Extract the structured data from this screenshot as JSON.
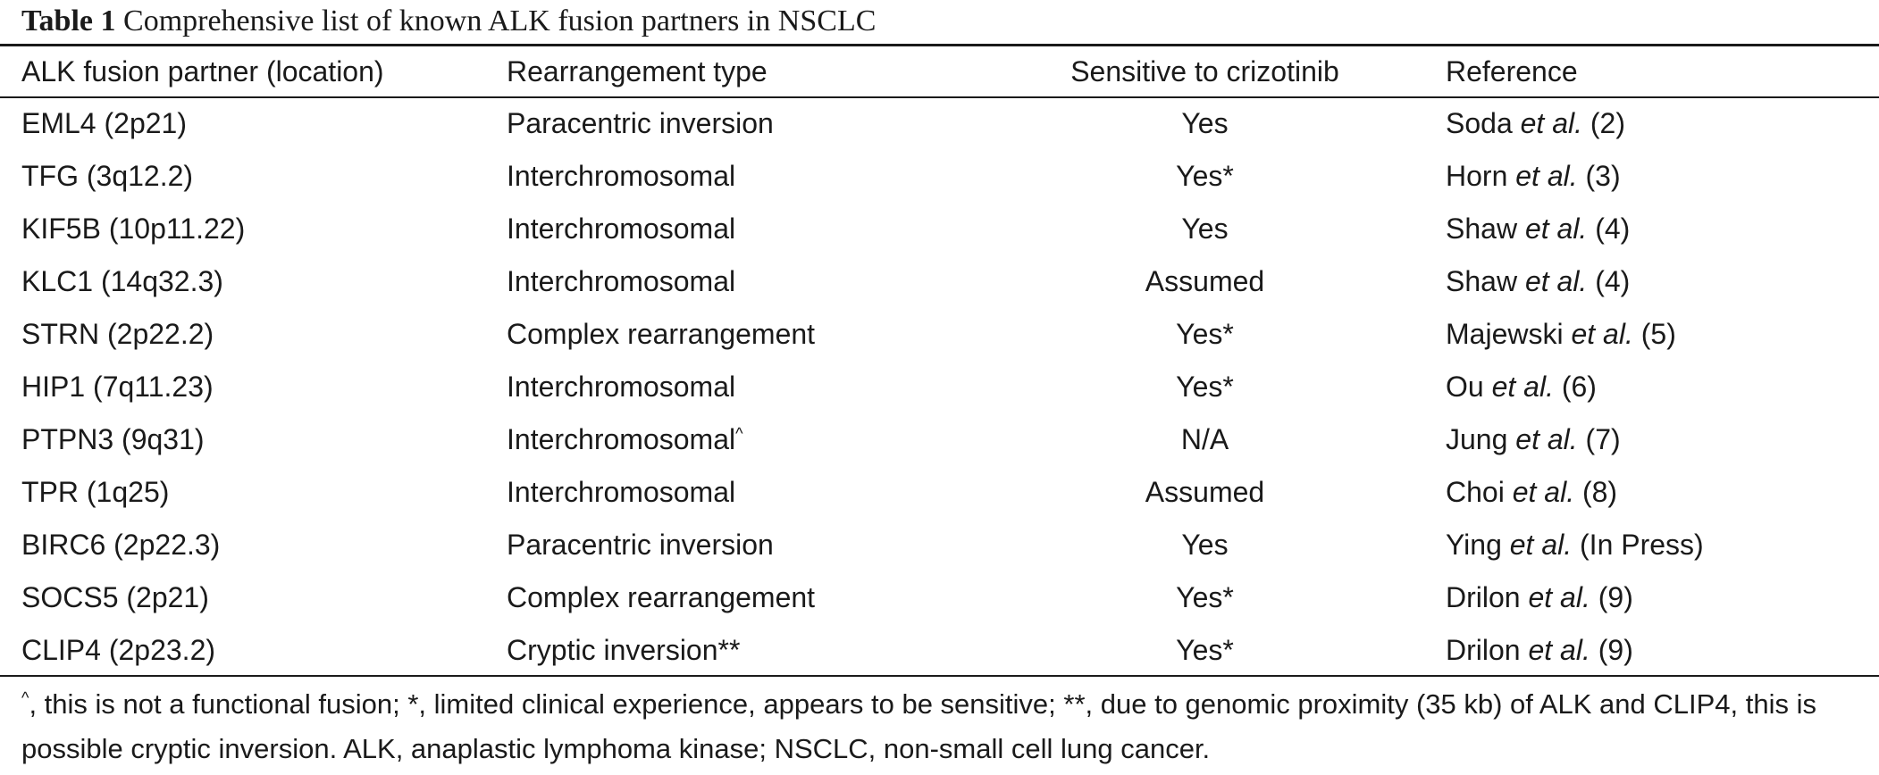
{
  "caption": {
    "label": "Table 1",
    "text": "Comprehensive list of known ALK fusion partners in NSCLC"
  },
  "table": {
    "headers": [
      "ALK fusion partner (location)",
      "Rearrangement type",
      "Sensitive to crizotinib",
      "Reference"
    ],
    "rows": [
      {
        "partner": "EML4 (2p21)",
        "type": "Paracentric inversion",
        "type_mark": "",
        "sensitive": "Yes",
        "ref_author": "Soda",
        "ref_etal": "et al.",
        "ref_cite": "(2)"
      },
      {
        "partner": "TFG (3q12.2)",
        "type": "Interchromosomal",
        "type_mark": "",
        "sensitive": "Yes*",
        "ref_author": "Horn",
        "ref_etal": "et al.",
        "ref_cite": "(3)"
      },
      {
        "partner": "KIF5B (10p11.22)",
        "type": "Interchromosomal",
        "type_mark": "",
        "sensitive": "Yes",
        "ref_author": "Shaw",
        "ref_etal": "et al.",
        "ref_cite": "(4)"
      },
      {
        "partner": "KLC1 (14q32.3)",
        "type": "Interchromosomal",
        "type_mark": "",
        "sensitive": "Assumed",
        "ref_author": "Shaw",
        "ref_etal": "et al.",
        "ref_cite": "(4)"
      },
      {
        "partner": "STRN (2p22.2)",
        "type": "Complex rearrangement",
        "type_mark": "",
        "sensitive": "Yes*",
        "ref_author": "Majewski",
        "ref_etal": "et al.",
        "ref_cite": "(5)"
      },
      {
        "partner": "HIP1 (7q11.23)",
        "type": "Interchromosomal",
        "type_mark": "",
        "sensitive": "Yes*",
        "ref_author": "Ou",
        "ref_etal": "et al.",
        "ref_cite": "(6)"
      },
      {
        "partner": "PTPN3 (9q31)",
        "type": "Interchromosomal",
        "type_mark": "^",
        "sensitive": "N/A",
        "ref_author": "Jung",
        "ref_etal": "et al.",
        "ref_cite": "(7)"
      },
      {
        "partner": "TPR (1q25)",
        "type": "Interchromosomal",
        "type_mark": "",
        "sensitive": "Assumed",
        "ref_author": "Choi",
        "ref_etal": "et al.",
        "ref_cite": "(8)"
      },
      {
        "partner": "BIRC6 (2p22.3)",
        "type": "Paracentric inversion",
        "type_mark": "",
        "sensitive": "Yes",
        "ref_author": "Ying",
        "ref_etal": "et al.",
        "ref_cite": "(In Press)"
      },
      {
        "partner": "SOCS5 (2p21)",
        "type": "Complex rearrangement",
        "type_mark": "",
        "sensitive": "Yes*",
        "ref_author": "Drilon",
        "ref_etal": "et al.",
        "ref_cite": "(9)"
      },
      {
        "partner": "CLIP4 (2p23.2)",
        "type": "Cryptic inversion**",
        "type_mark": "",
        "sensitive": "Yes*",
        "ref_author": "Drilon",
        "ref_etal": "et al.",
        "ref_cite": "(9)"
      }
    ]
  },
  "footnote": {
    "mark": "^",
    "text": ", this is not a functional fusion; *, limited clinical experience, appears to be sensitive; **, due to genomic proximity (35 kb) of ALK and CLIP4, this is possible cryptic inversion. ALK, anaplastic lymphoma kinase; NSCLC, non-small cell lung cancer."
  }
}
